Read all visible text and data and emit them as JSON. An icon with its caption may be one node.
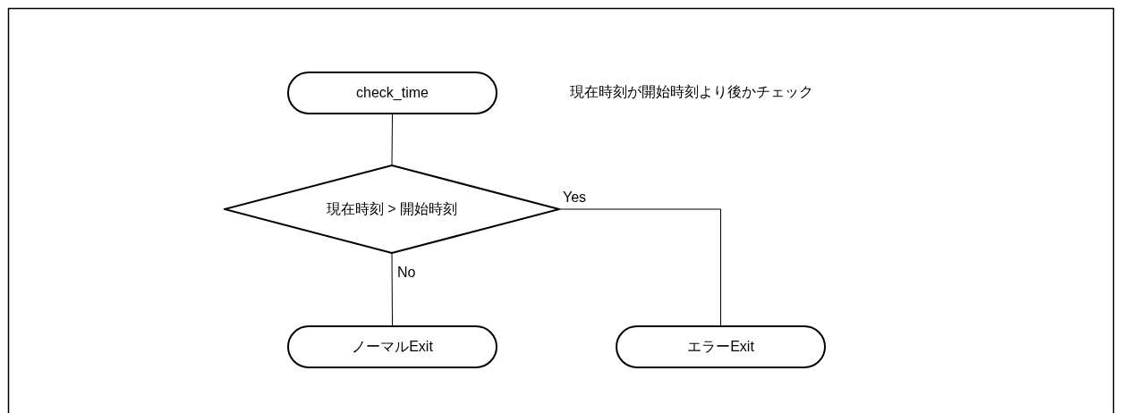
{
  "diagram": {
    "nodes": [
      {
        "text": [
          "check_time"
        ]
      },
      {
        "text": [
          "現在時刻 > 開始時刻"
        ]
      },
      {
        "text": [
          "ノーマルExit"
        ]
      },
      {
        "text": [
          "エラーExit"
        ]
      }
    ],
    "edges": [
      {
        "from": 0,
        "to": 1,
        "arrow": "none"
      },
      {
        "from": 1,
        "to": 2,
        "arrow": "none",
        "label": "No"
      },
      {
        "from": 1,
        "to": 3,
        "arrow": "none",
        "label": "Yes"
      }
    ],
    "labels": [
      "現在時刻が開始時刻より後かチェック"
    ]
  }
}
